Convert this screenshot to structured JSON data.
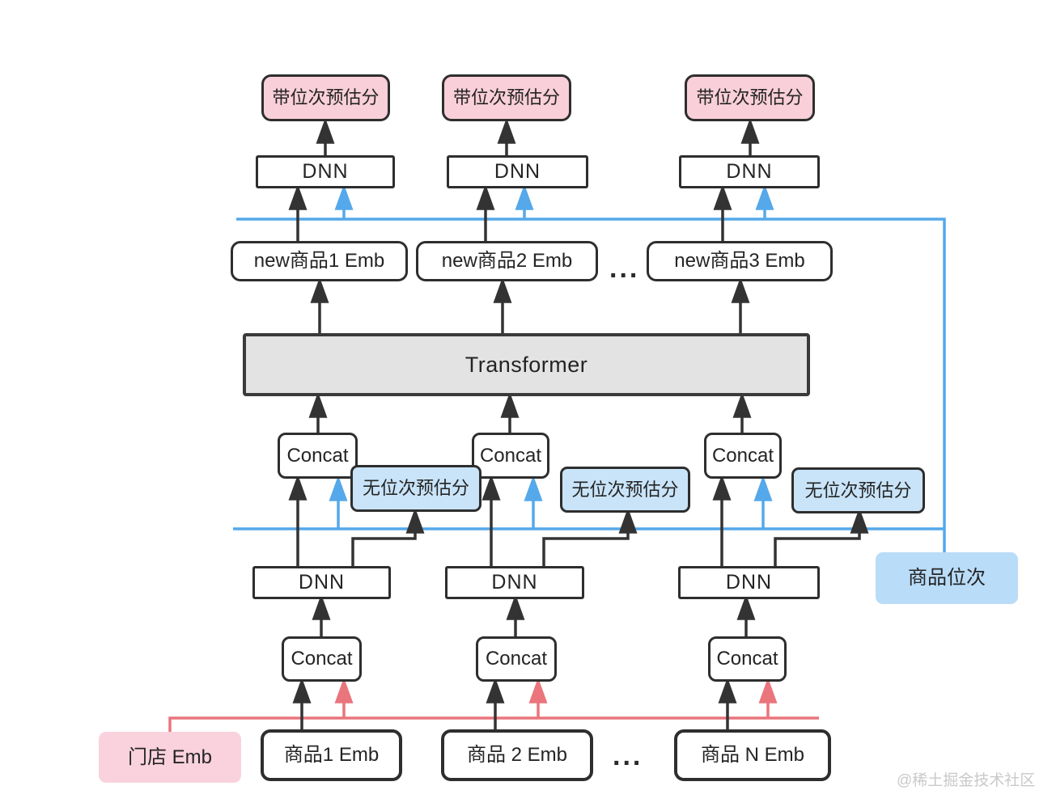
{
  "diagram": {
    "labels": {
      "pos_score": "带位次预估分",
      "dnn": "DNN",
      "new_emb": [
        "new商品1 Emb",
        "new商品2 Emb",
        "new商品3 Emb"
      ],
      "transformer": "Transformer",
      "concat": "Concat",
      "no_pos_score": "无位次预估分",
      "item_position": "商品位次",
      "store_emb": "门店 Emb",
      "item_emb": [
        "商品1 Emb",
        "商品 2 Emb",
        "商品 N Emb"
      ],
      "ellipsis_top": "...",
      "ellipsis_bottom": "...",
      "watermark": "@稀土掘金技术社区"
    },
    "colors": {
      "connector_black": "#333333",
      "position_blue": "#55a8ea",
      "store_red": "#ea757d",
      "score_pink_fill": "#f9cfd9",
      "score_blue_fill": "#c9e4f9",
      "item_position_fill": "#b9dcf8",
      "store_emb_fill": "#fad2de",
      "transformer_fill": "#e3e3e3",
      "box_border": "#2e2e2e"
    }
  }
}
